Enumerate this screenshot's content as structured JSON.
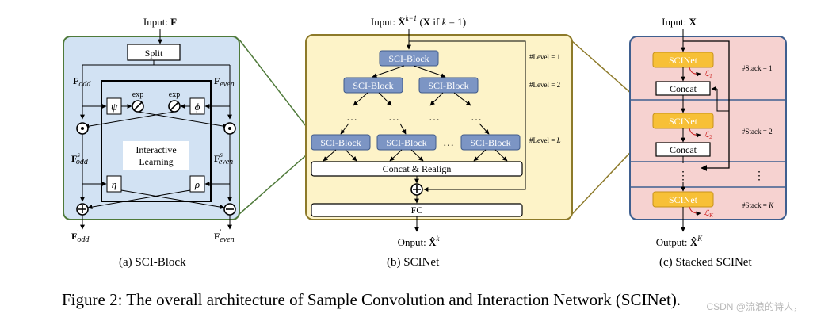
{
  "panel_a": {
    "input": "Input: F",
    "split": "Split",
    "f_odd": "F_odd",
    "f_even": "F_even",
    "psi": "ψ",
    "phi": "ϕ",
    "exp1": "exp",
    "exp2": "exp",
    "eta": "η",
    "rho": "ρ",
    "interactive": "Interactive",
    "learning": "Learning",
    "fs_odd": "F^s_odd",
    "fs_even": "F^s_even",
    "fp_odd": "F'_odd",
    "fp_even": "F'_even",
    "caption": "(a) SCI-Block"
  },
  "panel_b": {
    "input": "Input: X̂^{k−1} (X if k = 1)",
    "block": "SCI-Block",
    "level1": "#Level = 1",
    "level2": "#Level = 2",
    "levelL": "#Level = L",
    "ellipsis": "…",
    "concat": "Concat & Realign",
    "fc": "FC",
    "output": "Onput: X̂^k",
    "caption": "(b) SCINet"
  },
  "panel_c": {
    "input": "Input: X",
    "scinet": "SCINet",
    "concat": "Concat",
    "loss1": "L1",
    "loss2": "L2",
    "lossK": "LK",
    "stack1": "#Stack = 1",
    "stack2": "#Stack = 2",
    "stackK": "#Stack = K",
    "output": "Output: X̂^K",
    "caption": "(c) Stacked SCINet"
  },
  "figure_caption": "Figure 2: The overall architecture of Sample Convolution and Interaction Network (SCINet).",
  "watermark": "CSDN @流浪的诗人，",
  "colors": {
    "panel_a_fill": "#d2e2f3",
    "panel_a_border": "#4f7a3a",
    "panel_b_fill": "#fdf3c8",
    "panel_b_border": "#8d7a2a",
    "panel_c_fill": "#f6d2d0",
    "panel_c_border": "#3f5f8f",
    "sci_block_fill": "#7c95c4",
    "scinet_fill": "#f7c037",
    "loss_red": "#cc2222"
  }
}
